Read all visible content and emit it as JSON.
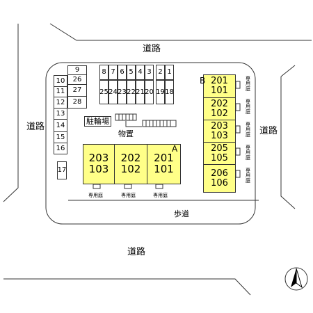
{
  "roads": {
    "top": "道路",
    "left": "道路",
    "right": "道路",
    "bottom": "道路"
  },
  "sidewalk": "歩道",
  "bike_parking": "駐輪場",
  "storage": "物置",
  "parking_top": [
    "9",
    "8",
    "7",
    "6",
    "5",
    "4",
    "3",
    "2",
    "1"
  ],
  "parking_row2": [
    "26",
    "25",
    "24",
    "23",
    "22",
    "21",
    "20",
    "19",
    "18"
  ],
  "parking_left": [
    "10",
    "11",
    "12",
    "13",
    "14",
    "15",
    "16",
    "17",
    "27",
    "28"
  ],
  "building_a": {
    "label": "A",
    "units": [
      {
        "upper": "203",
        "lower": "103"
      },
      {
        "upper": "202",
        "lower": "102"
      },
      {
        "upper": "201",
        "lower": "101"
      }
    ],
    "garden_label": "専用庭"
  },
  "building_b": {
    "label": "B",
    "units": [
      {
        "upper": "201",
        "lower": "101"
      },
      {
        "upper": "202",
        "lower": "102"
      },
      {
        "upper": "203",
        "lower": "103"
      },
      {
        "upper": "205",
        "lower": "105"
      },
      {
        "upper": "206",
        "lower": "106"
      }
    ],
    "garden_label": "専用庭"
  },
  "compass": {
    "icon": "north-arrow-icon"
  }
}
